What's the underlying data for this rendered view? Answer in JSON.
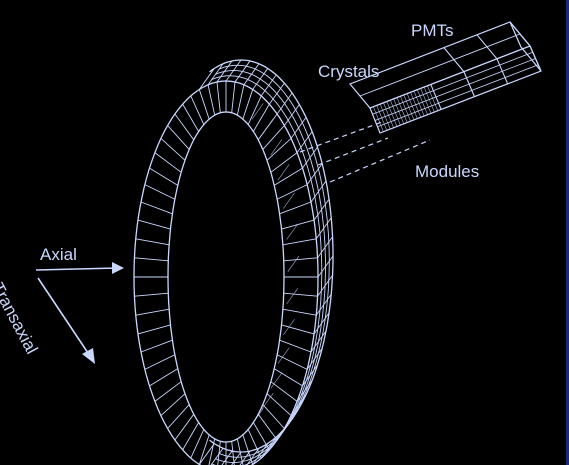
{
  "colors": {
    "background": "#000000",
    "line": "#c9d8ff",
    "edge": "#1a2a78"
  },
  "labels": {
    "pmts": "PMTs",
    "crystals": "Crystals",
    "modules": "Modules",
    "axial": "Axial",
    "transaxial": "Transaxial"
  },
  "ring": {
    "modules_around": 64,
    "crystal_rows_axial": 4
  },
  "module": {
    "crystal_rows": 4,
    "pmt_columns": 3
  }
}
